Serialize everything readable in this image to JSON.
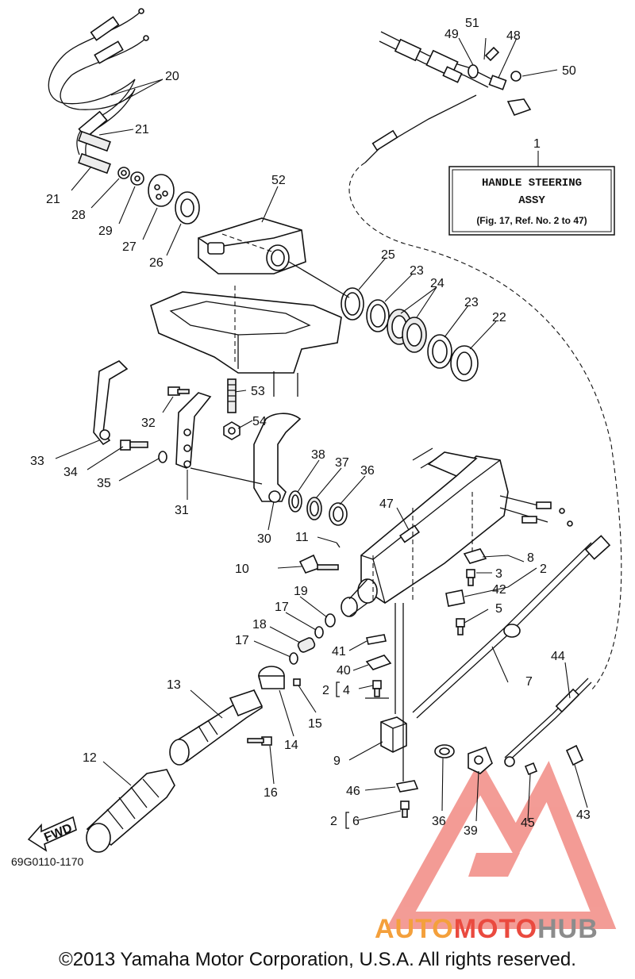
{
  "diagram": {
    "code": "69G0110-1170",
    "copyright": "©2013 Yamaha Motor Corporation, U.S.A. All rights reserved.",
    "callout_box": {
      "ref": "1",
      "line1": "HANDLE STEERING",
      "line2": "ASSY",
      "line3": "(Fig. 17, Ref. No. 2 to 47)"
    },
    "direction_arrow": "FWD",
    "watermark": {
      "word1": "AUTO",
      "word2": "MOTO",
      "word3": "HUB"
    },
    "part_labels": {
      "p2a": "2",
      "p2b": "2",
      "p2c": "2",
      "p3": "3",
      "p4": "4",
      "p5": "5",
      "p6": "6",
      "p7": "7",
      "p8": "8",
      "p9": "9",
      "p10": "10",
      "p11": "11",
      "p12": "12",
      "p13": "13",
      "p14": "14",
      "p15": "15",
      "p16": "16",
      "p17a": "17",
      "p17b": "17",
      "p18": "18",
      "p19": "19",
      "p20": "20",
      "p21a": "21",
      "p21b": "21",
      "p22": "22",
      "p23a": "23",
      "p23b": "23",
      "p24": "24",
      "p25": "25",
      "p26": "26",
      "p27": "27",
      "p28": "28",
      "p29": "29",
      "p30": "30",
      "p31": "31",
      "p32": "32",
      "p33": "33",
      "p34": "34",
      "p35": "35",
      "p36a": "36",
      "p36b": "36",
      "p37": "37",
      "p38": "38",
      "p39": "39",
      "p40": "40",
      "p41": "41",
      "p42": "42",
      "p43": "43",
      "p44": "44",
      "p45": "45",
      "p46": "46",
      "p47": "47",
      "p48": "48",
      "p49": "49",
      "p50": "50",
      "p51": "51",
      "p52": "52",
      "p53": "53",
      "p54": "54"
    },
    "colors": {
      "watermark_orange": "#f4a03c",
      "watermark_red": "#ea4a3f",
      "watermark_gray": "#8c8c8c",
      "line": "#111111"
    }
  }
}
